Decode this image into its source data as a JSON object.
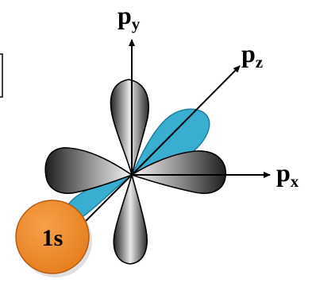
{
  "labels": {
    "py_main": "p",
    "py_sub": "y",
    "pz_main": "p",
    "pz_sub": "z",
    "px_main": "p",
    "px_sub": "x",
    "s_orbital": "1s"
  },
  "colors": {
    "s_orbital_fill": "#f08a2a",
    "s_orbital_edge": "#b85a10",
    "pz_lobe_fill": "#3bafd0",
    "p_lobe_dark": "#2a2a2a",
    "p_lobe_light": "#f2f2f2",
    "axis": "#000000"
  }
}
